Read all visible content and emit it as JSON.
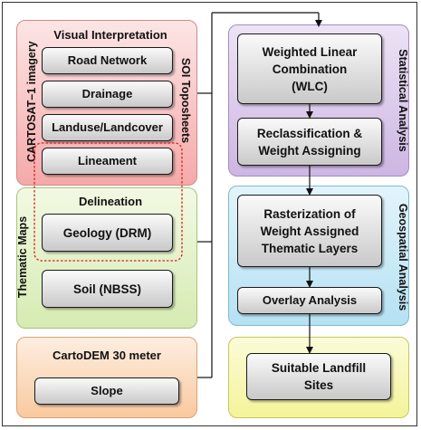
{
  "left_column": {
    "visual_interpretation": {
      "title": "Visual Interpretation",
      "side_left": "CARTOSAT–1 imagery",
      "side_right": "SOI Toposheets",
      "items": [
        "Road Network",
        "Drainage",
        "Landuse/Landcover",
        "Lineament"
      ]
    },
    "thematic_maps": {
      "title": "Delineation",
      "side_left": "Thematic Maps",
      "items": [
        "Geology (DRM)",
        "Soil (NBSS)"
      ]
    },
    "dem": {
      "title": "CartoDEM 30 meter",
      "items": [
        "Slope"
      ]
    }
  },
  "right_column": {
    "statistical_analysis": {
      "side_label": "Statistical Analysis",
      "steps": [
        "Weighted Linear Combination (WLC)",
        "Reclassification & Weight Assigning"
      ]
    },
    "geospatial_analysis": {
      "side_label": "Geospatial Analysis",
      "steps": [
        "Rasterization of Weight Assigned Thematic Layers",
        "Overlay Analysis"
      ]
    },
    "output": {
      "steps": [
        "Suitable Landfill Sites"
      ]
    }
  }
}
